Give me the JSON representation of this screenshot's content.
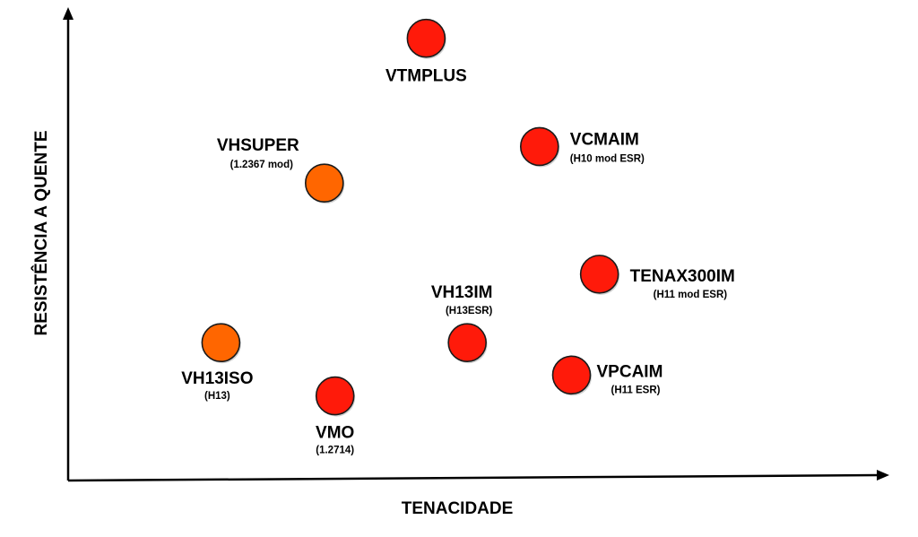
{
  "chart_data": {
    "type": "scatter",
    "title": "",
    "xlabel": "TENACIDADE",
    "ylabel": "RESISTÊNCIA A QUENTE",
    "xlim": [
      0,
      100
    ],
    "ylim": [
      0,
      100
    ],
    "grid": false,
    "legend": "none",
    "colors": {
      "red": "#ff1a0a",
      "orange": "#ff6600",
      "outline": "#1a1a1a"
    },
    "points": [
      {
        "label": "VTMPLUS",
        "sub": "",
        "x": 43.6,
        "y": 95.6,
        "color": "red"
      },
      {
        "label": "VCMAIM",
        "sub": "(H10 mod ESR)",
        "x": 57.4,
        "y": 72.2,
        "color": "red"
      },
      {
        "label": "VHSUPER",
        "sub": "(1.2367 mod)",
        "x": 31.2,
        "y": 64.3,
        "color": "orange"
      },
      {
        "label": "TENAX300IM",
        "sub": "(H11 mod ESR)",
        "x": 64.7,
        "y": 44.6,
        "color": "red"
      },
      {
        "label": "VH13IM",
        "sub": "(H13ESR)",
        "x": 48.6,
        "y": 29.8,
        "color": "red"
      },
      {
        "label": "VH13ISO",
        "sub": "(H13)",
        "x": 18.6,
        "y": 29.8,
        "color": "orange"
      },
      {
        "label": "VPCAIM",
        "sub": "(H11 ESR)",
        "x": 61.3,
        "y": 22.8,
        "color": "red"
      },
      {
        "label": "VMO",
        "sub": "(1.2714)",
        "x": 32.5,
        "y": 18.3,
        "color": "red"
      }
    ]
  }
}
